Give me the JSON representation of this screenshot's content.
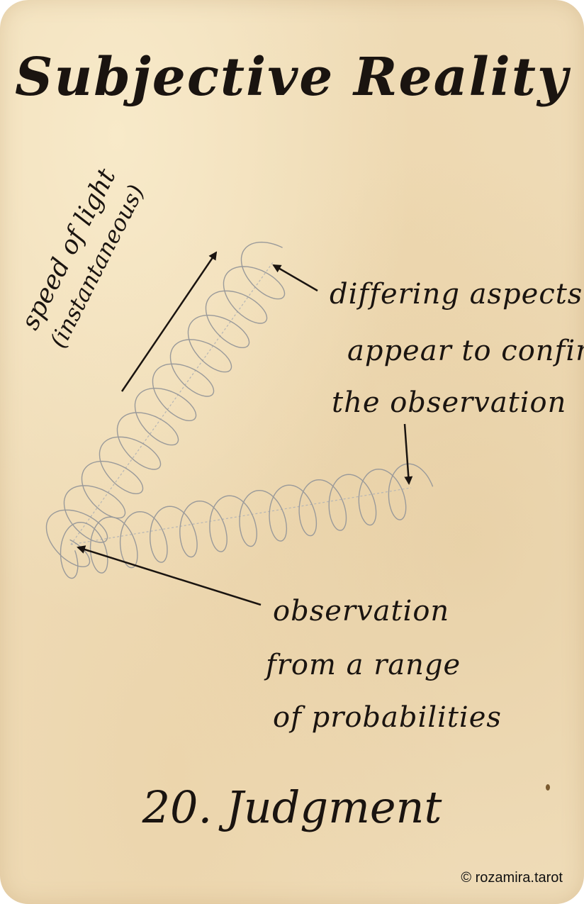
{
  "card": {
    "title": "Subjective Reality",
    "rotated_label": {
      "line1": "speed of light",
      "line2": "(instantaneous)"
    },
    "annotation_top": {
      "line1": "differing aspects",
      "line2": "appear to confirm",
      "line3": "the observation"
    },
    "annotation_bottom": {
      "line1": "observation",
      "line2": "from a range",
      "line3": "of probabilities"
    },
    "footer_title": "20. Judgment",
    "copyright": "© rozamira.tarot"
  },
  "colors": {
    "parchment": "#efdcb8",
    "ink": "#1a1410",
    "spiral": "#9a9a9a"
  }
}
